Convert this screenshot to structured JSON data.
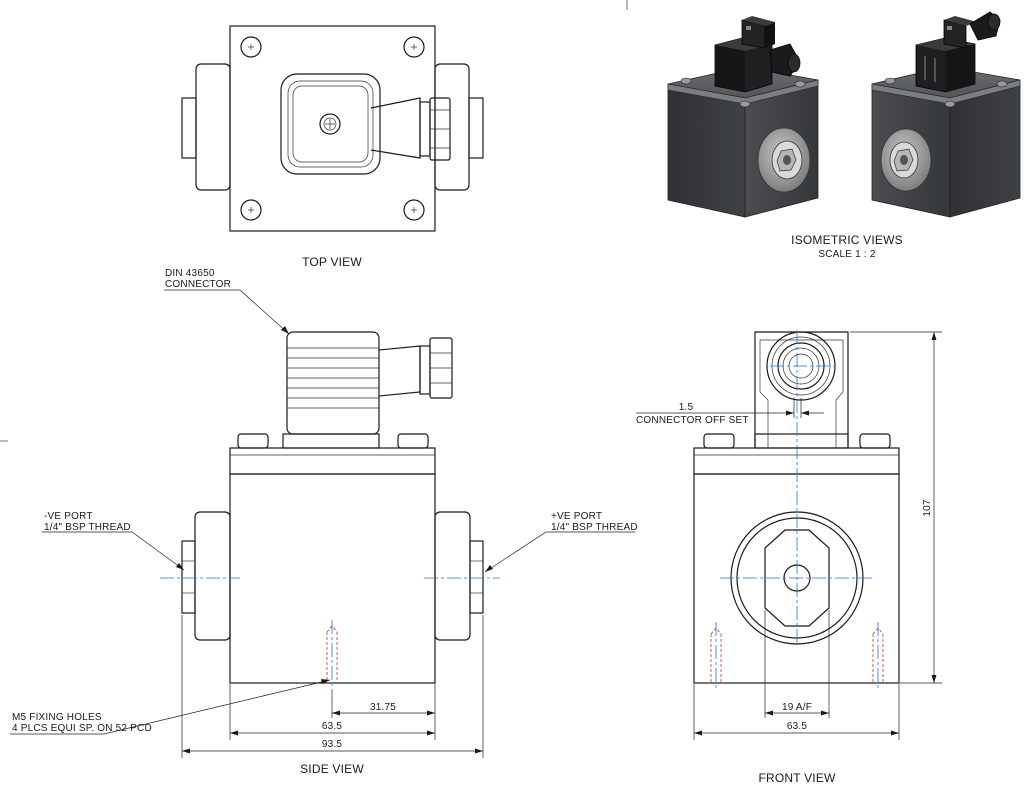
{
  "views": {
    "top": "TOP VIEW",
    "side": "SIDE VIEW",
    "front": "FRONT VIEW",
    "iso": "ISOMETRIC VIEWS",
    "iso_scale": "SCALE 1 : 2"
  },
  "callouts": {
    "connector_line1": "DIN 43650",
    "connector_line2": "CONNECTOR",
    "neg_port_line1": "-VE PORT",
    "neg_port_line2": "1/4\" BSP THREAD",
    "pos_port_line1": "+VE PORT",
    "pos_port_line2": "1/4\" BSP THREAD",
    "fixing_line1": "M5 FIXING HOLES",
    "fixing_line2": "4 PLCS EQUI SP. ON  52 PCD",
    "offset_value": "1.5",
    "offset_label": "CONNECTOR OFF SET"
  },
  "dimensions": {
    "side_hole_to_edge": "31.75",
    "side_body_width": "63.5",
    "side_overall_width": "93.5",
    "front_af": "19 A/F",
    "front_body_width": "63.5",
    "front_height": "107"
  },
  "colors": {
    "line": "#1a1a1a",
    "centerline": "#2b6fd6",
    "hidden": "#c0392b",
    "body_shade": "#3a3d40",
    "body_dark": "#262829"
  }
}
